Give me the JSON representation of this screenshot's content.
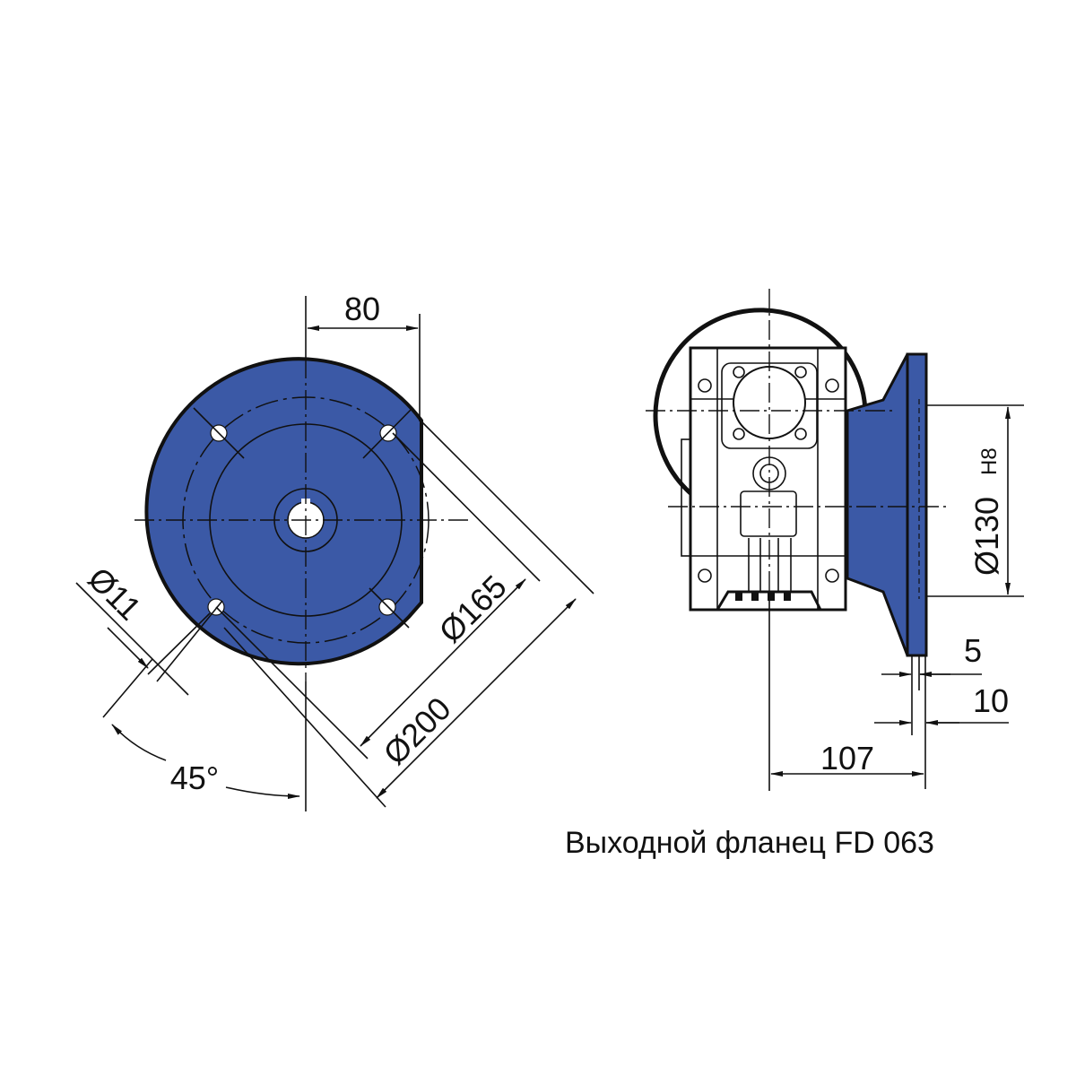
{
  "colors": {
    "flange_blue": "#3b59a6",
    "line": "#111111",
    "background": "#ffffff"
  },
  "front_view": {
    "dim_width": "80",
    "dim_bolt_circle": "Ø165",
    "dim_outer": "Ø200",
    "dim_hole": "Ø11",
    "dim_angle": "45°"
  },
  "side_view": {
    "dim_pilot": "Ø130",
    "dim_pilot_tolerance": "H8",
    "dim_spigot": "5",
    "dim_thickness": "10",
    "dim_length": "107"
  },
  "caption": "Выходной фланец FD 063"
}
